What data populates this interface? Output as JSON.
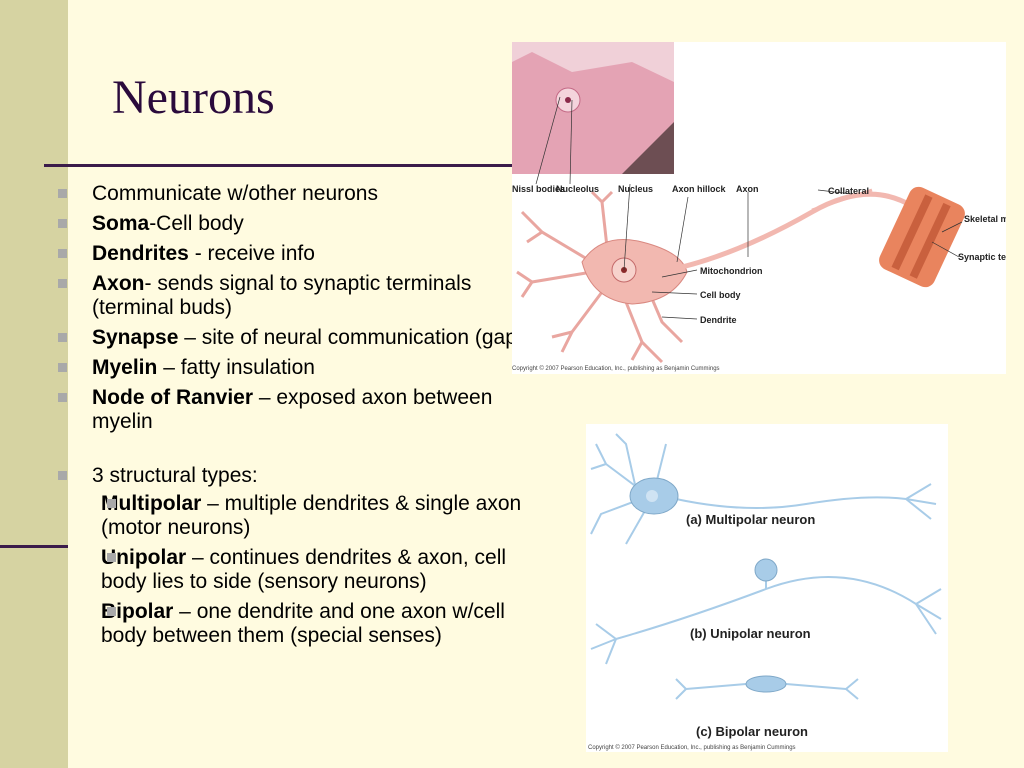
{
  "slide": {
    "title": "Neurons",
    "bullets": [
      {
        "bold": "",
        "text": "Communicate w/other neurons"
      },
      {
        "bold": "Soma",
        "text": "-Cell body"
      },
      {
        "bold": "Dendrites",
        "text": " - receive info"
      },
      {
        "bold": "Axon",
        "text": "- sends signal to synaptic terminals (terminal buds)"
      },
      {
        "bold": "Synapse",
        "text": " – site of neural communication (gap)"
      },
      {
        "bold": "Myelin",
        "text": " – fatty insulation"
      },
      {
        "bold": "Node of Ranvier",
        "text": " – exposed axon between myelin"
      }
    ],
    "types_heading": "3 structural types:",
    "types": [
      {
        "bold": "Multipolar",
        "text": " – multiple dendrites & single axon (motor neurons)"
      },
      {
        "bold": "Unipolar",
        "text": " – continues dendrites & axon, cell body lies to side (sensory neurons)"
      },
      {
        "bold": "Bipolar",
        "text": " – one dendrite and one axon w/cell body between them (special senses)"
      }
    ]
  },
  "figure_top": {
    "labels": {
      "nissl": "Nissl bodies",
      "nucleolus": "Nucleolus",
      "nucleus": "Nucleus",
      "hillock": "Axon hillock",
      "axon": "Axon",
      "collateral": "Collateral",
      "skeletal": "Skeletal muscle",
      "synaptic": "Synaptic terminals",
      "mito": "Mitochondrion",
      "cellbody": "Cell body",
      "dendrite": "Dendrite"
    },
    "copyright": "Copyright © 2007 Pearson Education, Inc., publishing as Benjamin Cummings"
  },
  "figure_bottom": {
    "labels": {
      "a": "(a) Multipolar neuron",
      "b": "(b) Unipolar neuron",
      "c": "(c) Bipolar neuron"
    },
    "copyright": "Copyright © 2007 Pearson Education, Inc., publishing as Benjamin Cummings"
  },
  "colors": {
    "background": "#fffbe0",
    "strip": "#d6d3a2",
    "title": "#2a0a3c",
    "rule": "#3b1b4a",
    "neuron_blue": "#a8cce8",
    "neuron_pink": "#f2b8b0"
  }
}
